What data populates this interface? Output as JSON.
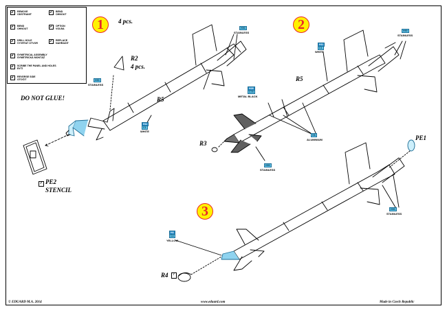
{
  "legend": [
    {
      "icon": "remove-icon",
      "text": "REMOVE\nODSTRANIT"
    },
    {
      "icon": "bend-icon",
      "text": "BEND\nOHNOUT"
    },
    {
      "icon": "bend-fold-icon",
      "text": "BEND\nOHNOUT"
    },
    {
      "icon": "option-icon",
      "text": "OPTION\nVOLBA"
    },
    {
      "icon": "drill-icon",
      "text": "DRILL HOLE\nVYVRTAT OTVOR"
    },
    {
      "icon": "replace-icon",
      "text": "REPLACE\nNAHRADIT"
    },
    {
      "icon": "symmetry-icon",
      "text": "SYMETRICAL ASSEMBLY\nSYMETRICKÁ MONTÁŽ"
    },
    {
      "icon": "scribe-icon",
      "text": "SCRIBE THE PANEL AND HOLES\nRYTÍ"
    },
    {
      "icon": "reverse-icon",
      "text": "REVERSE SIDE\nOTOČIT"
    }
  ],
  "steps": {
    "s1": "1",
    "s2": "2",
    "s3": "3",
    "pcs": "4 pcs."
  },
  "labels": {
    "r2": "R2",
    "r2_pcs": "4 pcs.",
    "r5a": "R5",
    "r5b": "R5",
    "r3": "R3",
    "r4": "R4",
    "pe1": "PE1",
    "pe2": "PE2",
    "stencil": "STENCIL",
    "do_not_glue": "DO NOT GLUE!",
    "qmark": "?",
    "check": "✓"
  },
  "paints": {
    "p1_code": "H90",
    "p1_name": "STAINLESS",
    "p2_code": "H90",
    "p2_name": "STAINLESS",
    "p3_code": "H11",
    "p3_alt": "C1",
    "p3_name": "WHITE",
    "p4_code": "H11",
    "p4_alt": "C1",
    "p4_name": "WHITE",
    "p5_code": "H28",
    "p5_alt": "C78",
    "p5_name": "METAL BLACK",
    "p6_code": "H90",
    "p6_name": "STAINLESS",
    "p7_code": "H8",
    "p7_name": "ALUMINIUM",
    "p8_code": "H90",
    "p8_name": "STAINLESS",
    "p9_code": "H90",
    "p9_name": "STAINLESS",
    "p10_code": "H4",
    "p10_alt": "C4",
    "p10_name": "YELLOW"
  },
  "footer": {
    "copyright": "© EDUARD M.A. 2014",
    "url": "www.eduard.com",
    "made": "Made in Czech Republic"
  },
  "colors": {
    "tag": "#5fc3e8",
    "tag_dark": "#1f87c4",
    "step_fill": "#fff200",
    "step_ring": "#e8262a",
    "part_blue": "#8fd3ef"
  }
}
